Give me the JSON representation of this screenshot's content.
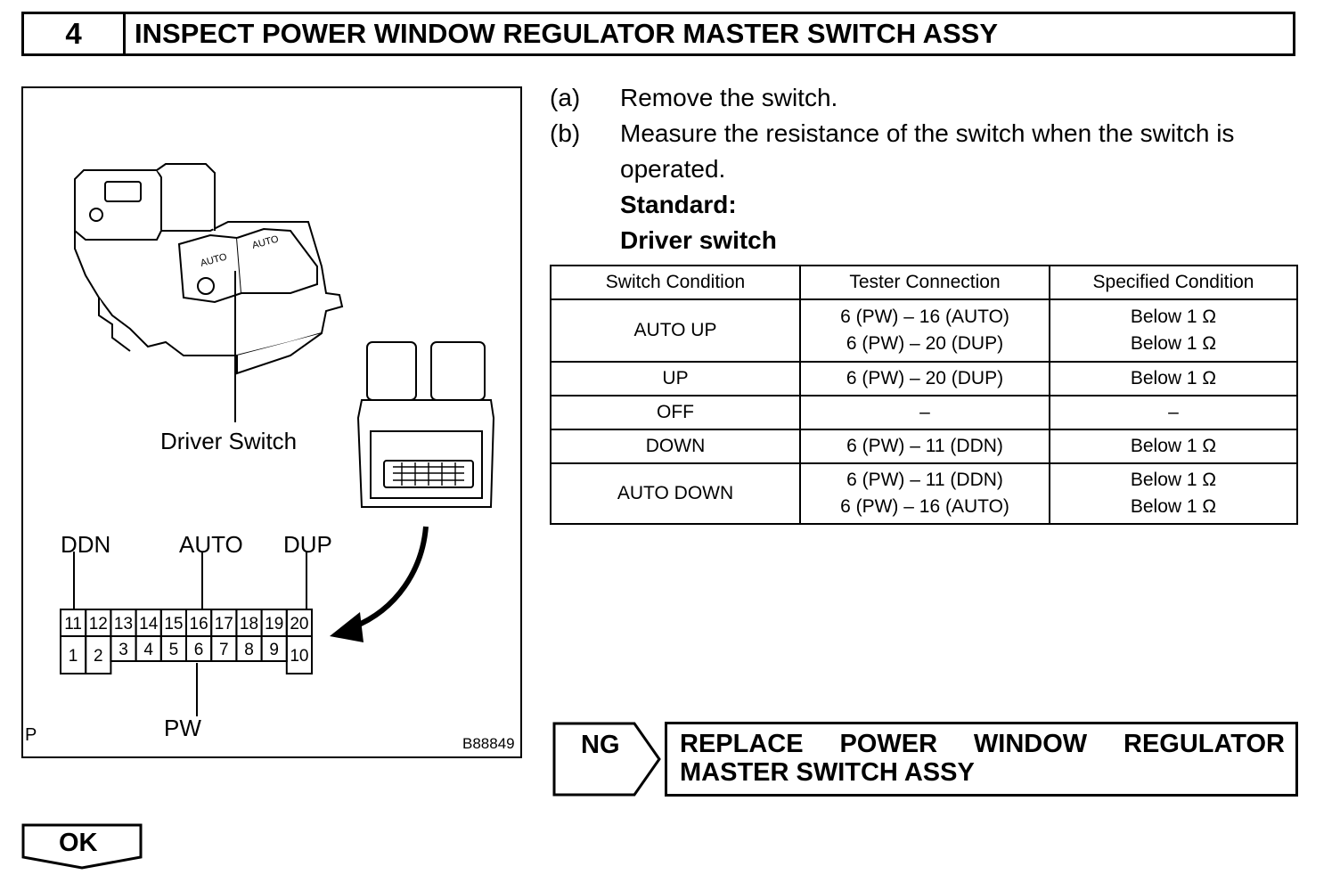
{
  "header": {
    "step_number": "4",
    "title": "INSPECT POWER WINDOW REGULATOR MASTER SWITCH ASSY"
  },
  "figure": {
    "driver_switch_label": "Driver Switch",
    "pin_labels": {
      "ddn": "DDN",
      "auto": "AUTO",
      "dup": "DUP",
      "pw": "PW"
    },
    "top_pins": [
      "11",
      "12",
      "13",
      "14",
      "15",
      "16",
      "17",
      "18",
      "19",
      "20"
    ],
    "bottom_pins": [
      "1",
      "2",
      "3",
      "4",
      "5",
      "6",
      "7",
      "8",
      "9",
      "10"
    ],
    "corner_mark": "P",
    "figure_code": "B88849",
    "switch_button_text": "AUTO",
    "icon": "connector-diagram"
  },
  "instructions": {
    "step_a_marker": "(a)",
    "step_a_text": "Remove the switch.",
    "step_b_marker": "(b)",
    "step_b_text_line1": "Measure the resistance of the switch when the switch is",
    "step_b_text_line2": "operated.",
    "standard_label": "Standard:",
    "subtitle": "Driver switch"
  },
  "table": {
    "headers": [
      "Switch Condition",
      "Tester Connection",
      "Specified Condition"
    ],
    "rows": [
      {
        "condition": "AUTO UP",
        "connection": [
          "6 (PW) – 16 (AUTO)",
          "6 (PW) – 20 (DUP)"
        ],
        "specified": [
          "Below 1 Ω",
          "Below 1 Ω"
        ]
      },
      {
        "condition": "UP",
        "connection": [
          "6 (PW) – 20 (DUP)"
        ],
        "specified": [
          "Below 1 Ω"
        ]
      },
      {
        "condition": "OFF",
        "connection": [
          "–"
        ],
        "specified": [
          "–"
        ]
      },
      {
        "condition": "DOWN",
        "connection": [
          "6 (PW) – 11 (DDN)"
        ],
        "specified": [
          "Below 1 Ω"
        ]
      },
      {
        "condition": "AUTO DOWN",
        "connection": [
          "6 (PW) – 11 (DDN)",
          "6 (PW) – 16 (AUTO)"
        ],
        "specified": [
          "Below 1 Ω",
          "Below 1 Ω"
        ]
      }
    ]
  },
  "ng": {
    "label": "NG",
    "action_words_line1": [
      "REPLACE",
      "POWER",
      "WINDOW",
      "REGULATOR"
    ],
    "action_line2": "MASTER SWITCH ASSY"
  },
  "ok": {
    "label": "OK"
  }
}
